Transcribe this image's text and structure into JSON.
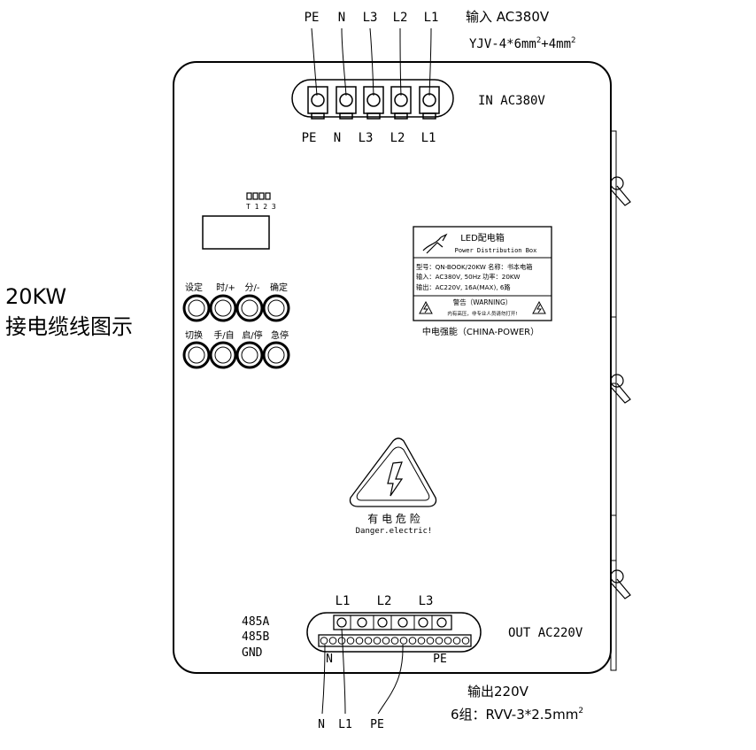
{
  "side_title": {
    "line1": "20KW",
    "line2": "接电缆线图示"
  },
  "input": {
    "label": "输入 AC380V",
    "cable_prefix": "YJV-4*6mm",
    "cable_sup1": "2",
    "cable_mid": "+4mm",
    "cable_sup2": "2",
    "wires_top": [
      "PE",
      "N",
      "L3",
      "L2",
      "L1"
    ],
    "terminal_labels": [
      "PE",
      "N",
      "L3",
      "L2",
      "L1"
    ],
    "box_label": "IN AC380V"
  },
  "display": {
    "indicator_labels": "T 1 2 3"
  },
  "buttons": {
    "row1_labels": [
      "设定",
      "时/+",
      "分/-",
      "确定"
    ],
    "row2_labels": [
      "切换",
      "手/自",
      "启/停",
      "急停"
    ]
  },
  "nameplate": {
    "title_cn": "LED配电箱",
    "title_en": "Power Distribution Box",
    "line1": "型号：QN-BOOK/20KW  名称：书本电箱",
    "line2": "输入：AC380V, 50Hz  功率：20KW",
    "line3": "输出：AC220V, 16A(MAX), 6路",
    "warning_title": "警告（WARNING）",
    "warning_text": "内有高压，非专业人员请勿打开!",
    "maker": "中电强能（CHINA-POWER）"
  },
  "danger": {
    "label_cn": "有 电 危 险",
    "label_en": "Danger.electric!"
  },
  "output": {
    "phase_labels": [
      "L1",
      "L2",
      "L3"
    ],
    "comm_labels": [
      "485A",
      "485B",
      "GND"
    ],
    "bus_n": "N",
    "bus_pe": "PE",
    "box_label": "OUT AC220V",
    "label": "输出220V",
    "cable_prefix": "6组：RVV-3*2.5mm",
    "cable_sup": "2",
    "wires_bottom": [
      "N",
      "L1",
      "PE"
    ]
  }
}
